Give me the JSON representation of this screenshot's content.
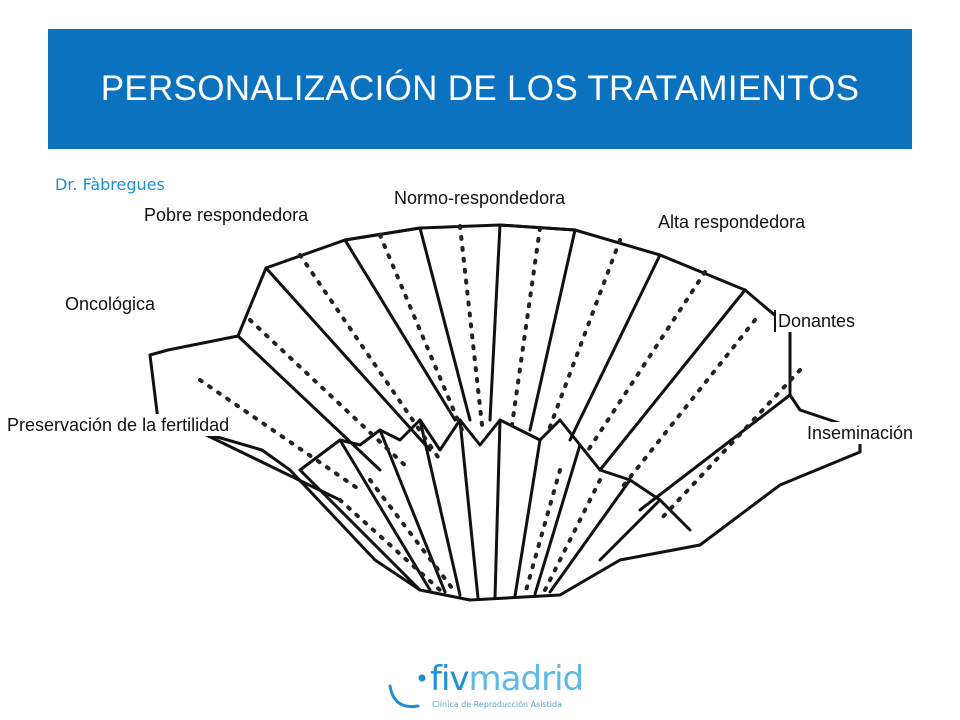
{
  "slide": {
    "title": "PERSONALIZACIÓN DE LOS TRATAMIENTOS",
    "author": "Dr. Fàbregues"
  },
  "labels": {
    "pobre": "Pobre respondedora",
    "normo": "Normo-respondedora",
    "alta": "Alta respondedora",
    "oncologica": "Oncológica",
    "donantes": "Donantes",
    "preservacion": "Preservación de la fertilidad",
    "inseminacion": "Inseminación"
  },
  "logo": {
    "name": "fivmadrid",
    "subtitle": "Clínica de Reproducción Asistida"
  },
  "colors": {
    "banner": "#0b72c0",
    "author": "#1e8fd6",
    "logo_fiv": "#1e8fd6",
    "logo_madrid": "#5fb9e6",
    "logo_sub": "#5fa3c7"
  }
}
